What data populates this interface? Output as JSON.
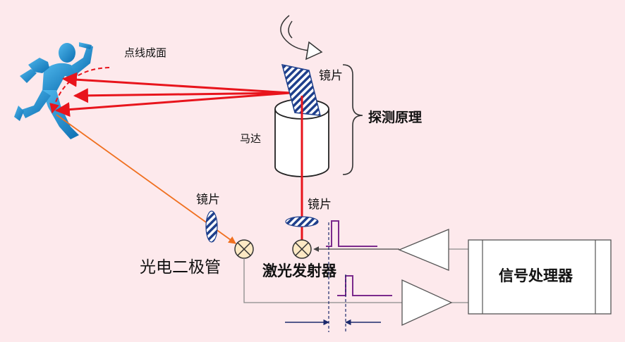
{
  "labels": {
    "scan_note": "点线成面",
    "upper_mirror": "镜片",
    "principle": "探测原理",
    "motor": "马达",
    "receiver_lens": "镜片",
    "emitter_lens": "镜片",
    "photodiode": "光电二极管",
    "laser_emitter": "激光发射器",
    "processor": "信号处理器"
  },
  "colors": {
    "background": "#fde9ec",
    "laser_beam": "#e8141c",
    "return_beam": "#f07020",
    "runner_blue": "#1a87c8",
    "mirror_hatch": "#1e3f8c",
    "pulse": "#7b2a8c",
    "wire": "#8a8a8a"
  }
}
